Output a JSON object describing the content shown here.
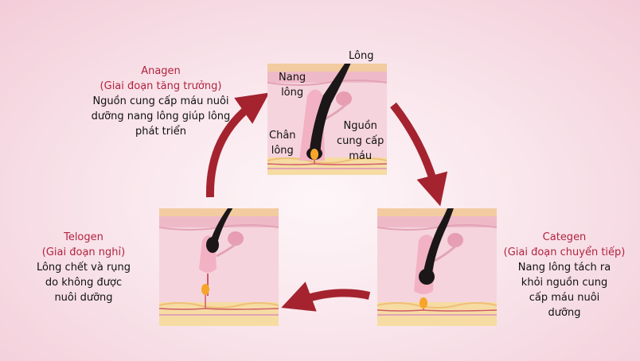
{
  "phases": {
    "anagen": {
      "name": "Anagen",
      "subtitle": "(Giai đoạn tăng trưởng)",
      "description": [
        "Nguồn cung cấp máu nuôi",
        "dưỡng nang lông giúp lông",
        "phát triển"
      ]
    },
    "categen": {
      "name": "Categen",
      "subtitle": "(Giai đoạn chuyển tiếp)",
      "description": [
        "Nang lông tách ra",
        "khỏi nguồn cung",
        "cấp máu nuôi",
        "dưỡng"
      ]
    },
    "telogen": {
      "name": "Telogen",
      "subtitle": "(Giai đoạn nghỉ)",
      "description": [
        "Lông chết và rụng",
        "do không được",
        "nuôi dưỡng"
      ]
    }
  },
  "labels": {
    "hair": "Lông",
    "follicle": [
      "Nang",
      "lông"
    ],
    "root": [
      "Chân",
      "lông"
    ],
    "blood_supply": [
      "Nguồn",
      "cung cấp",
      "máu"
    ]
  },
  "colors": {
    "title": "#b1233f",
    "arrow": "#a4232f",
    "hair": "#1b1719",
    "skin": "#f2c7d2",
    "fat": "#f6dca3"
  }
}
